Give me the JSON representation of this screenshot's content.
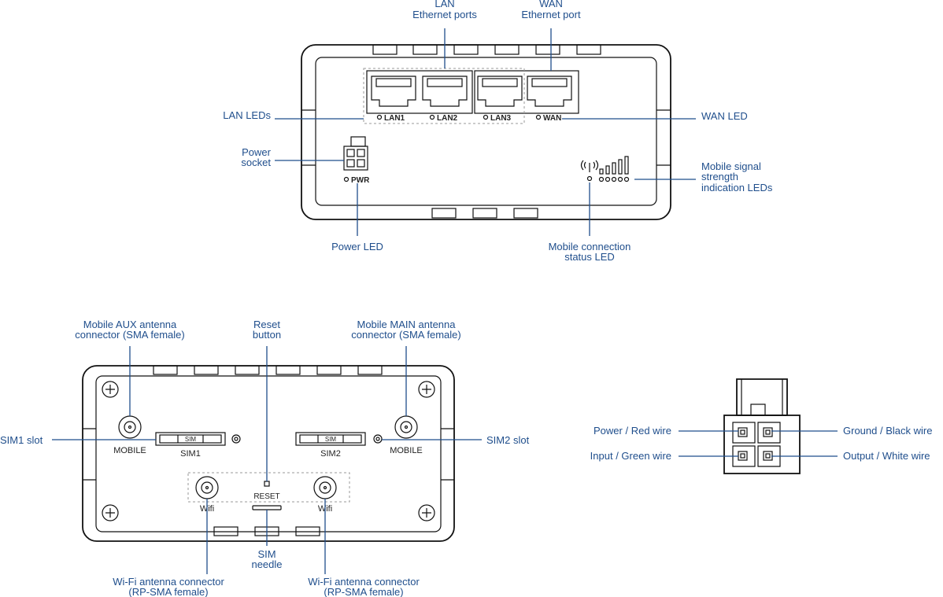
{
  "front": {
    "lan_ports_label": [
      "LAN",
      "Ethernet ports"
    ],
    "wan_port_label": [
      "WAN",
      "Ethernet port"
    ],
    "lan_leds_label": "LAN LEDs",
    "wan_led_label": "WAN LED",
    "power_socket_label": [
      "Power",
      "socket"
    ],
    "signal_label": [
      "Mobile signal",
      "strength",
      "indication LEDs"
    ],
    "power_led_label": "Power LED",
    "mobile_status_label": [
      "Mobile connection",
      "status LED"
    ],
    "port_labels": [
      "LAN1",
      "LAN2",
      "LAN3",
      "WAN"
    ],
    "pwr_text": "PWR"
  },
  "back": {
    "aux_label": [
      "Mobile AUX antenna",
      "connector (SMA female)"
    ],
    "reset_label": [
      "Reset",
      "button"
    ],
    "main_label": [
      "Mobile MAIN antenna",
      "connector (SMA female)"
    ],
    "sim1_slot_label": "SIM1 slot",
    "sim2_slot_label": "SIM2 slot",
    "sim_needle_label": [
      "SIM",
      "needle"
    ],
    "wifi_left_label": [
      "Wi-Fi antenna connector",
      "(RP-SMA female)"
    ],
    "wifi_right_label": [
      "Wi-Fi antenna connector",
      "(RP-SMA female)"
    ],
    "mobile_text": "MOBILE",
    "sim_text": "SIM",
    "sim1_text": "SIM1",
    "sim2_text": "SIM2",
    "wifi_text": "Wifi",
    "reset_text": "RESET"
  },
  "connector": {
    "power_red": "Power / Red wire",
    "ground_black": "Ground / Black wire",
    "input_green": "Input / Green wire",
    "output_white": "Output / White wire"
  }
}
